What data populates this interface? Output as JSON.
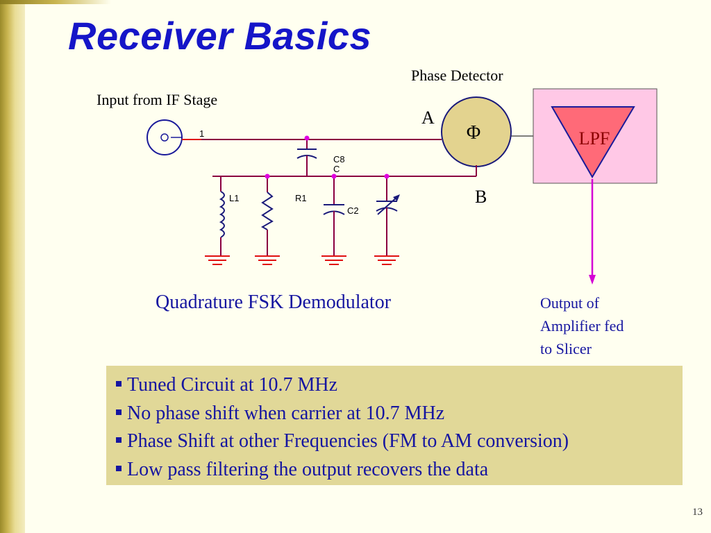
{
  "slide": {
    "title": "Receiver Basics",
    "page_number": "13"
  },
  "diagram": {
    "phase_detector_label": "Phase Detector",
    "input_label": "Input from IF Stage",
    "port_a": "A",
    "port_b": "B",
    "phi_symbol": "Φ",
    "lpf_label": "LPF",
    "pin_1": "1",
    "components": {
      "c8": "C8",
      "c8_sub": "C",
      "l1": "L1",
      "r1": "R1",
      "c2": "C2"
    },
    "caption": "Quadrature FSK Demodulator",
    "output_note": [
      "Output of",
      "Amplifier fed",
      "to Slicer"
    ],
    "colors": {
      "wire": "#8b0040",
      "dot": "#e000e0",
      "ground": "#e01010",
      "phase_detector_fill": "#e3d38f",
      "lpf_box_fill": "#ffc8e6",
      "lpf_triangle_fill": "#ff6a78",
      "output_arrow": "#d400d4",
      "component": "#1a1a7a"
    }
  },
  "bullets": [
    "Tuned Circuit at 10.7 MHz",
    "No phase shift when carrier at 10.7 MHz",
    "Phase Shift at other Frequencies (FM to AM conversion)",
    "Low pass filtering the output recovers the data"
  ]
}
